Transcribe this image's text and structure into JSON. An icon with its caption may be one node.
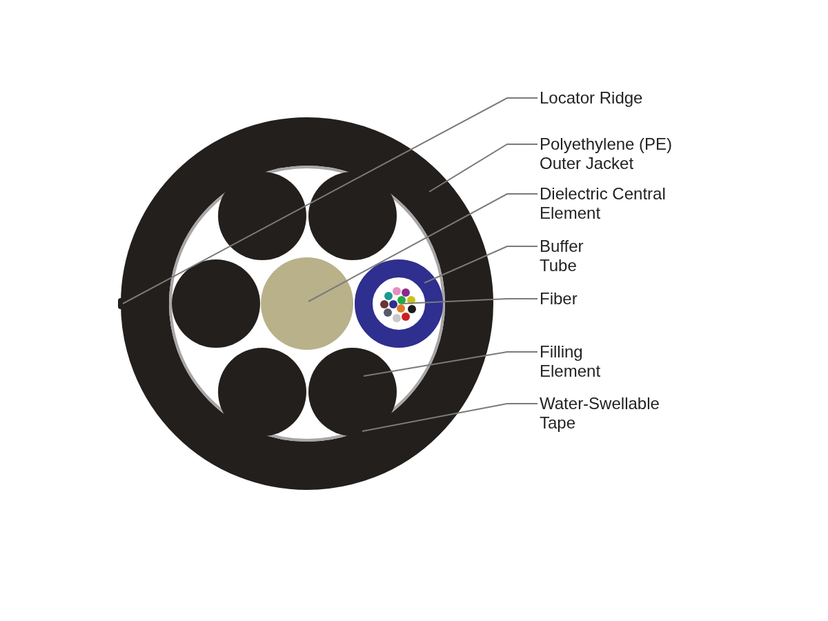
{
  "diagram": {
    "nodes": [
      {
        "text": [
          "Locator Ridge"
        ]
      },
      {
        "text": [
          "Polyethylene (PE) Outer Jacket"
        ]
      },
      {
        "text": [
          "Dielectric Central Element"
        ]
      },
      {
        "text": [
          "Buffer Tube"
        ]
      },
      {
        "text": [
          "Fiber"
        ]
      },
      {
        "text": [
          "Filling Element"
        ]
      },
      {
        "text": [
          "Water-Swellable Tape"
        ]
      },
      {
        "text": [],
        "shape": "bar"
      },
      {
        "text": [],
        "shape": "circle"
      },
      {
        "text": [],
        "shape": "circle",
        "in": 8
      },
      {
        "text": [],
        "shape": "circle",
        "in": 9
      },
      {
        "text": [],
        "shape": "circle",
        "in": 9
      },
      {
        "text": [],
        "shape": "circle",
        "in": 11
      },
      {
        "text": [],
        "shape": "circle",
        "in": 9
      },
      {
        "text": [],
        "shape": "circle",
        "in": 9
      },
      {
        "text": [],
        "shape": "circle",
        "in": 9
      },
      {
        "text": [],
        "shape": "circle",
        "in": 9
      },
      {
        "text": [],
        "shape": "circle",
        "in": 9
      }
    ],
    "edges": [
      {
        "from": 0,
        "to": 7,
        "arrow": "none"
      },
      {
        "from": 1,
        "to": 8,
        "arrow": "none"
      },
      {
        "from": 2,
        "to": 10,
        "arrow": "none"
      },
      {
        "from": 3,
        "to": 11,
        "arrow": "none"
      },
      {
        "from": 4,
        "to": 12,
        "arrow": "none"
      },
      {
        "from": 5,
        "to": 17,
        "arrow": "none"
      },
      {
        "from": 6,
        "to": 9,
        "arrow": "none"
      }
    ]
  }
}
